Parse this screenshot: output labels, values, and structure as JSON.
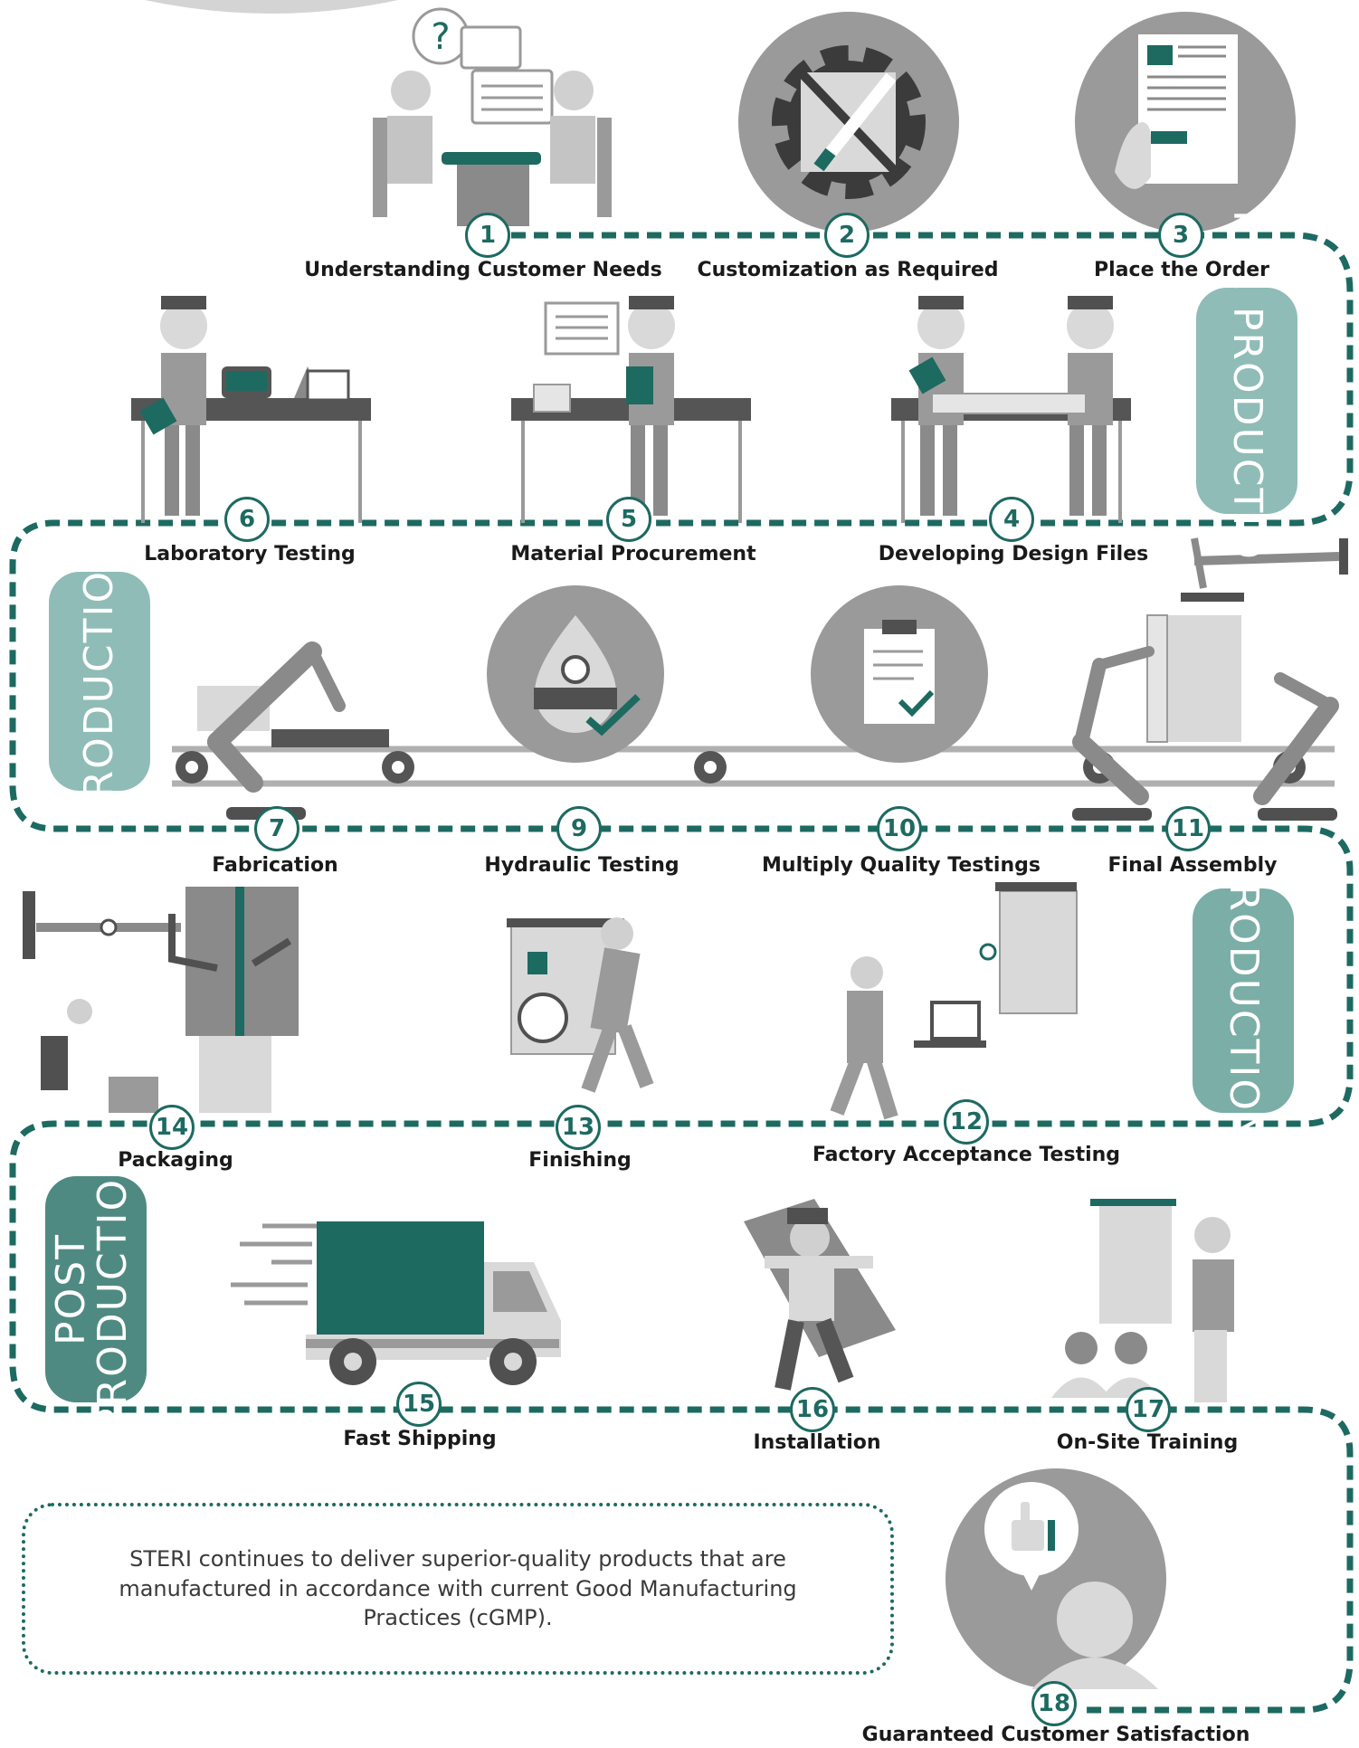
{
  "steps": [
    {
      "n": "1",
      "label": "Understanding Customer Needs"
    },
    {
      "n": "2",
      "label": "Customization as Required"
    },
    {
      "n": "3",
      "label": "Place the Order"
    },
    {
      "n": "4",
      "label": "Developing Design Files"
    },
    {
      "n": "5",
      "label": "Material Procurement"
    },
    {
      "n": "6",
      "label": "Laboratory Testing"
    },
    {
      "n": "7",
      "label": "Fabrication"
    },
    {
      "n": "9",
      "label": "Hydraulic Testing"
    },
    {
      "n": "10",
      "label": "Multiply Quality Testings"
    },
    {
      "n": "11",
      "label": "Final Assembly"
    },
    {
      "n": "12",
      "label": "Factory Acceptance Testing"
    },
    {
      "n": "13",
      "label": "Finishing"
    },
    {
      "n": "14",
      "label": "Packaging"
    },
    {
      "n": "15",
      "label": "Fast Shipping"
    },
    {
      "n": "16",
      "label": "Installation"
    },
    {
      "n": "17",
      "label": "On-Site Training"
    },
    {
      "n": "18",
      "label": "Guaranteed Customer Satisfaction"
    }
  ],
  "phases": {
    "pre_production": "PRE PRODUCTION",
    "production_left": "PRODUCTION",
    "production_right": "PRODUCTION",
    "post_production": "POST PRODUCTION"
  },
  "note": "STERI continues to deliver superior-quality products that are manufactured in accordance with current Good Manufacturing Practices (cGMP).",
  "colors": {
    "teal": "#1d6a61",
    "phase_light": "#8fbcb6",
    "phase_mid": "#7aaea7",
    "phase_dark": "#4f8a82",
    "gray": "#9a9a9a",
    "dark": "#505050",
    "light": "#d9d9d9"
  }
}
